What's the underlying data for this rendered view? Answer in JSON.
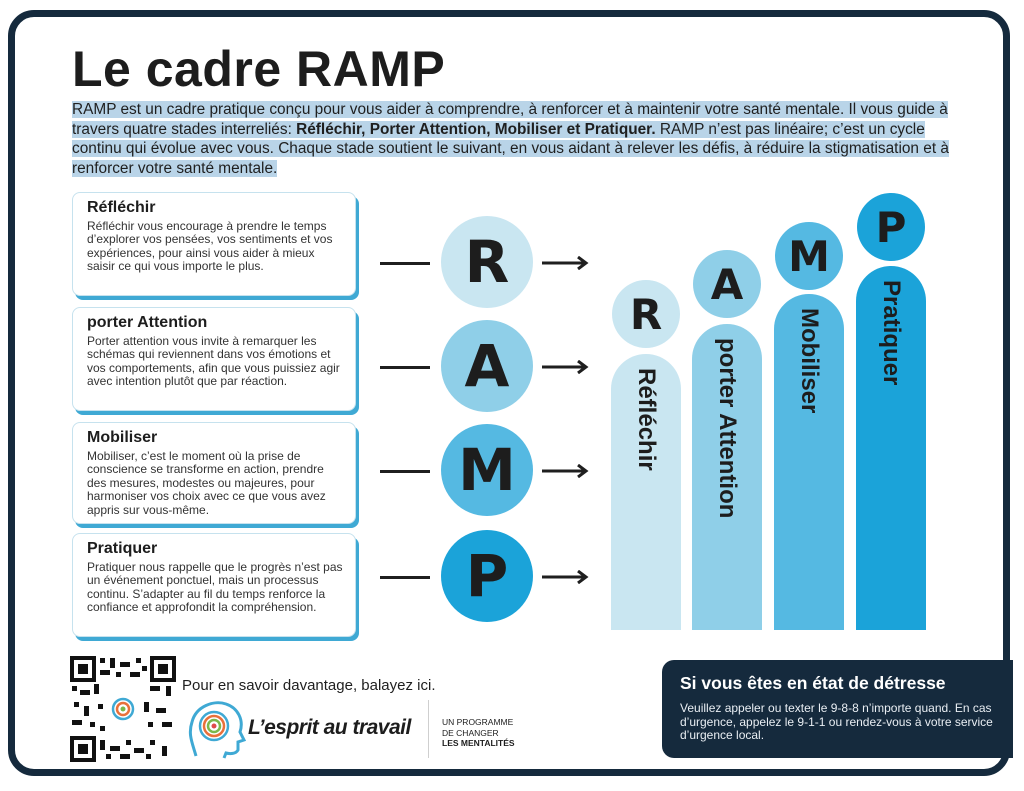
{
  "title": "Le cadre RAMP",
  "intro": {
    "part1": "RAMP est un cadre pratique conçu pour vous aider à comprendre, à renforcer et à maintenir votre santé mentale. Il vous guide à travers quatre stades interreliés: ",
    "bold": "Réfléchir, Porter Attention, Mobiliser et Pratiquer.",
    "part2": " RAMP n’est pas linéaire; c’est un cycle continu qui évolue avec vous. Chaque stade soutient le suivant, en vous aidant à relever les défis, à réduire la stigmatisation et à renforcer votre santé mentale."
  },
  "stages": [
    {
      "title": "Réfléchir",
      "letter": "R",
      "text": "Réfléchir vous encourage à prendre le temps d’explorer vos pensées, vos sentiments et vos expériences, pour ainsi vous aider à mieux saisir ce qui vous importe le plus.",
      "color": "#c9e6f1"
    },
    {
      "title": "porter Attention",
      "letter": "A",
      "text": "Porter attention vous invite à remarquer les schémas qui reviennent dans vos émotions et vos comportements, afin que vous puissiez agir avec intention plutôt que par réaction.",
      "color": "#8fcfe8"
    },
    {
      "title": "Mobiliser",
      "letter": "M",
      "text": "Mobiliser, c’est le moment où la prise de conscience se transforme en action, prendre des mesures, modestes ou majeures, pour harmoniser vos choix avec ce que vous avez appris sur vous-même.",
      "color": "#55b9e2"
    },
    {
      "title": "Pratiquer",
      "letter": "P",
      "text": "Pratiquer nous rappelle que le progrès n’est pas un événement ponctuel, mais un processus continu. S’adapter au fil du temps renforce la confiance et approfondit la compréhension.",
      "color": "#1ba3d9"
    }
  ],
  "pillars": [
    {
      "letter": "R",
      "label": "Réfléchir",
      "color": "#c9e6f1"
    },
    {
      "letter": "A",
      "label": "porter Attention",
      "color": "#8fcfe8"
    },
    {
      "letter": "M",
      "label": "Mobiliser",
      "color": "#55b9e2"
    },
    {
      "letter": "P",
      "label": "Pratiquer",
      "color": "#1ba3d9"
    }
  ],
  "footer": {
    "learn_more": "Pour en savoir davantage, balayez ici.",
    "brand": "L’esprit au travail",
    "program_line1": "UN PROGRAMME",
    "program_line2": "DE CHANGER",
    "program_line3": "LES MENTALITÉS"
  },
  "distress": {
    "title": "Si vous êtes en état de détresse",
    "text": "Veuillez appeler ou texter le 9-8-8 n’importe quand. En cas d’urgence, appelez le 9-1-1 ou rendez-vous à votre service d’urgence local."
  },
  "colors": {
    "navy": "#152a3d",
    "accent": "#3fa9d4"
  },
  "icons": [
    "qr-code-icon",
    "head-circles-logo-icon",
    "arrow-right-icon"
  ]
}
